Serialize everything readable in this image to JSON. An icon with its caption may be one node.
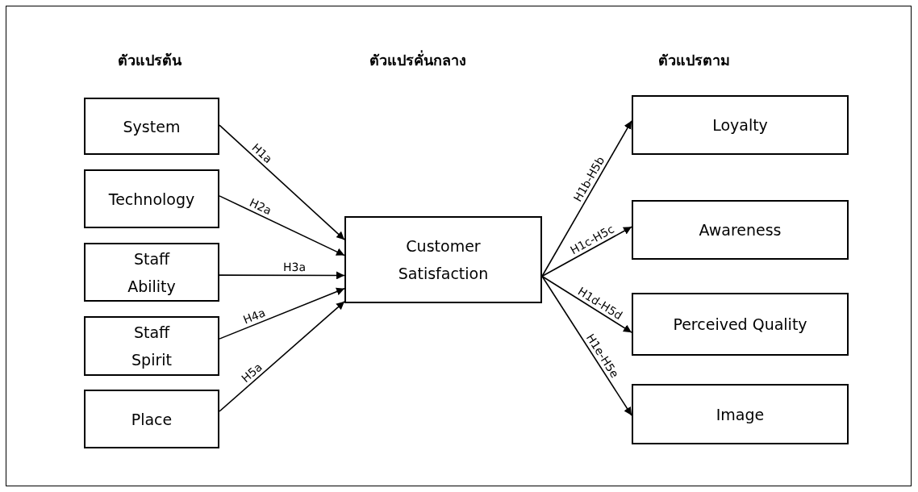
{
  "diagram": {
    "nodes": [
      {
        "text": [
          "System"
        ]
      },
      {
        "text": [
          "Technology"
        ]
      },
      {
        "text": [
          "Staff Ability"
        ]
      },
      {
        "text": [
          "Staff Spirit"
        ]
      },
      {
        "text": [
          "Place"
        ]
      },
      {
        "text": [
          "Customer Satisfaction"
        ]
      },
      {
        "text": [
          "Loyalty"
        ]
      },
      {
        "text": [
          "Awareness"
        ]
      },
      {
        "text": [
          "Perceived Quality"
        ]
      },
      {
        "text": [
          "Image"
        ]
      }
    ],
    "edges": [
      {
        "from": 0,
        "to": 5,
        "arrow": "to",
        "label": "H1a"
      },
      {
        "from": 1,
        "to": 5,
        "arrow": "to",
        "label": "H2a"
      },
      {
        "from": 2,
        "to": 5,
        "arrow": "to",
        "label": "H3a"
      },
      {
        "from": 3,
        "to": 5,
        "arrow": "to",
        "label": "H4a"
      },
      {
        "from": 4,
        "to": 5,
        "arrow": "to",
        "label": "H5a"
      },
      {
        "from": 5,
        "to": 6,
        "arrow": "to",
        "label": "H1b-H5b"
      },
      {
        "from": 5,
        "to": 7,
        "arrow": "to",
        "label": "H1c-H5c"
      },
      {
        "from": 5,
        "to": 8,
        "arrow": "to",
        "label": "H1d-H5d"
      },
      {
        "from": 5,
        "to": 9,
        "arrow": "to",
        "label": "H1e-H5e"
      }
    ],
    "labels": [
      "ตัวแปรต้น",
      "ตัวแปรคั่นกลาง",
      "ตัวแปรตาม"
    ]
  }
}
